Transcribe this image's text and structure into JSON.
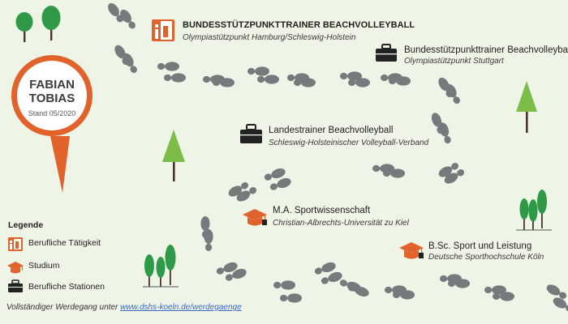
{
  "person": {
    "first_name": "FABIAN",
    "last_name": "TOBIAS",
    "status_date": "Stand 05/2020"
  },
  "stations": [
    {
      "id": "bundesstuetzpunkt-hamburg",
      "type": "work",
      "title": "BUNDESSTÜTZPUNKTTRAINER BEACHVOLLEYBALL",
      "subtitle": "Olympiastützpunkt Hamburg/Schleswig-Holstein"
    },
    {
      "id": "bundesstuetzpunkt-stuttgart",
      "type": "station",
      "title": "Bundesstützpunkttrainer Beachvolleyball",
      "subtitle": "Olympiastützpunkt Stuttgart"
    },
    {
      "id": "landestrainer",
      "type": "station",
      "title": "Landestrainer Beachvolleyball",
      "subtitle": "Schleswig-Holsteinischer Volleyball-Verband"
    },
    {
      "id": "ma-sportwissenschaft",
      "type": "study",
      "title": "M.A. Sportwissenschaft",
      "subtitle": "Christian-Albrechts-Universität zu Kiel"
    },
    {
      "id": "bsc-sport-leistung",
      "type": "study",
      "title": "B.Sc. Sport und Leistung",
      "subtitle": "Deutsche Sporthochschule Köln"
    }
  ],
  "legend": {
    "title": "Legende",
    "items": [
      {
        "icon": "work-icon",
        "label": "Berufliche Tätigkeit"
      },
      {
        "icon": "graduation-cap-icon",
        "label": "Studium"
      },
      {
        "icon": "briefcase-icon",
        "label": "Berufliche Stationen"
      }
    ]
  },
  "footer": {
    "text": "Vollständiger Werdegang unter ",
    "link_text": "www.dshs-koeln.de/werdegaenge"
  },
  "colors": {
    "background": "#eef4e6",
    "accent": "#e2622b",
    "footprint": "#777a7d",
    "tree_green": "#2e9946",
    "tree_light": "#7cbd4a",
    "trunk": "#4a3527",
    "icon_dark": "#222222"
  }
}
